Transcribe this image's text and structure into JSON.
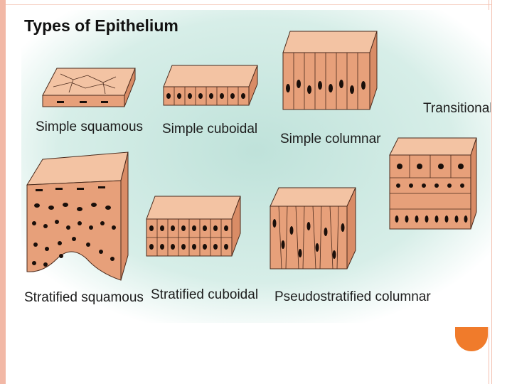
{
  "title": "Types of Epithelium",
  "labels": {
    "simple_squamous": "Simple squamous",
    "simple_cuboidal": "Simple cuboidal",
    "simple_columnar": "Simple columnar",
    "transitional": "Transitional",
    "stratified_squamous": "Stratified squamous",
    "stratified_cuboidal": "Stratified cuboidal",
    "pseudostratified_columnar": "Pseudostratified columnar"
  },
  "colors": {
    "background_glow": "#bfe2da",
    "cell_fill": "#e7a07a",
    "cell_light": "#f3c3a3",
    "cell_outline": "#4a2a1c",
    "nucleus": "#1a0f0a",
    "accent_dot": "#f07b2b",
    "frame": "#f2b8a6"
  }
}
